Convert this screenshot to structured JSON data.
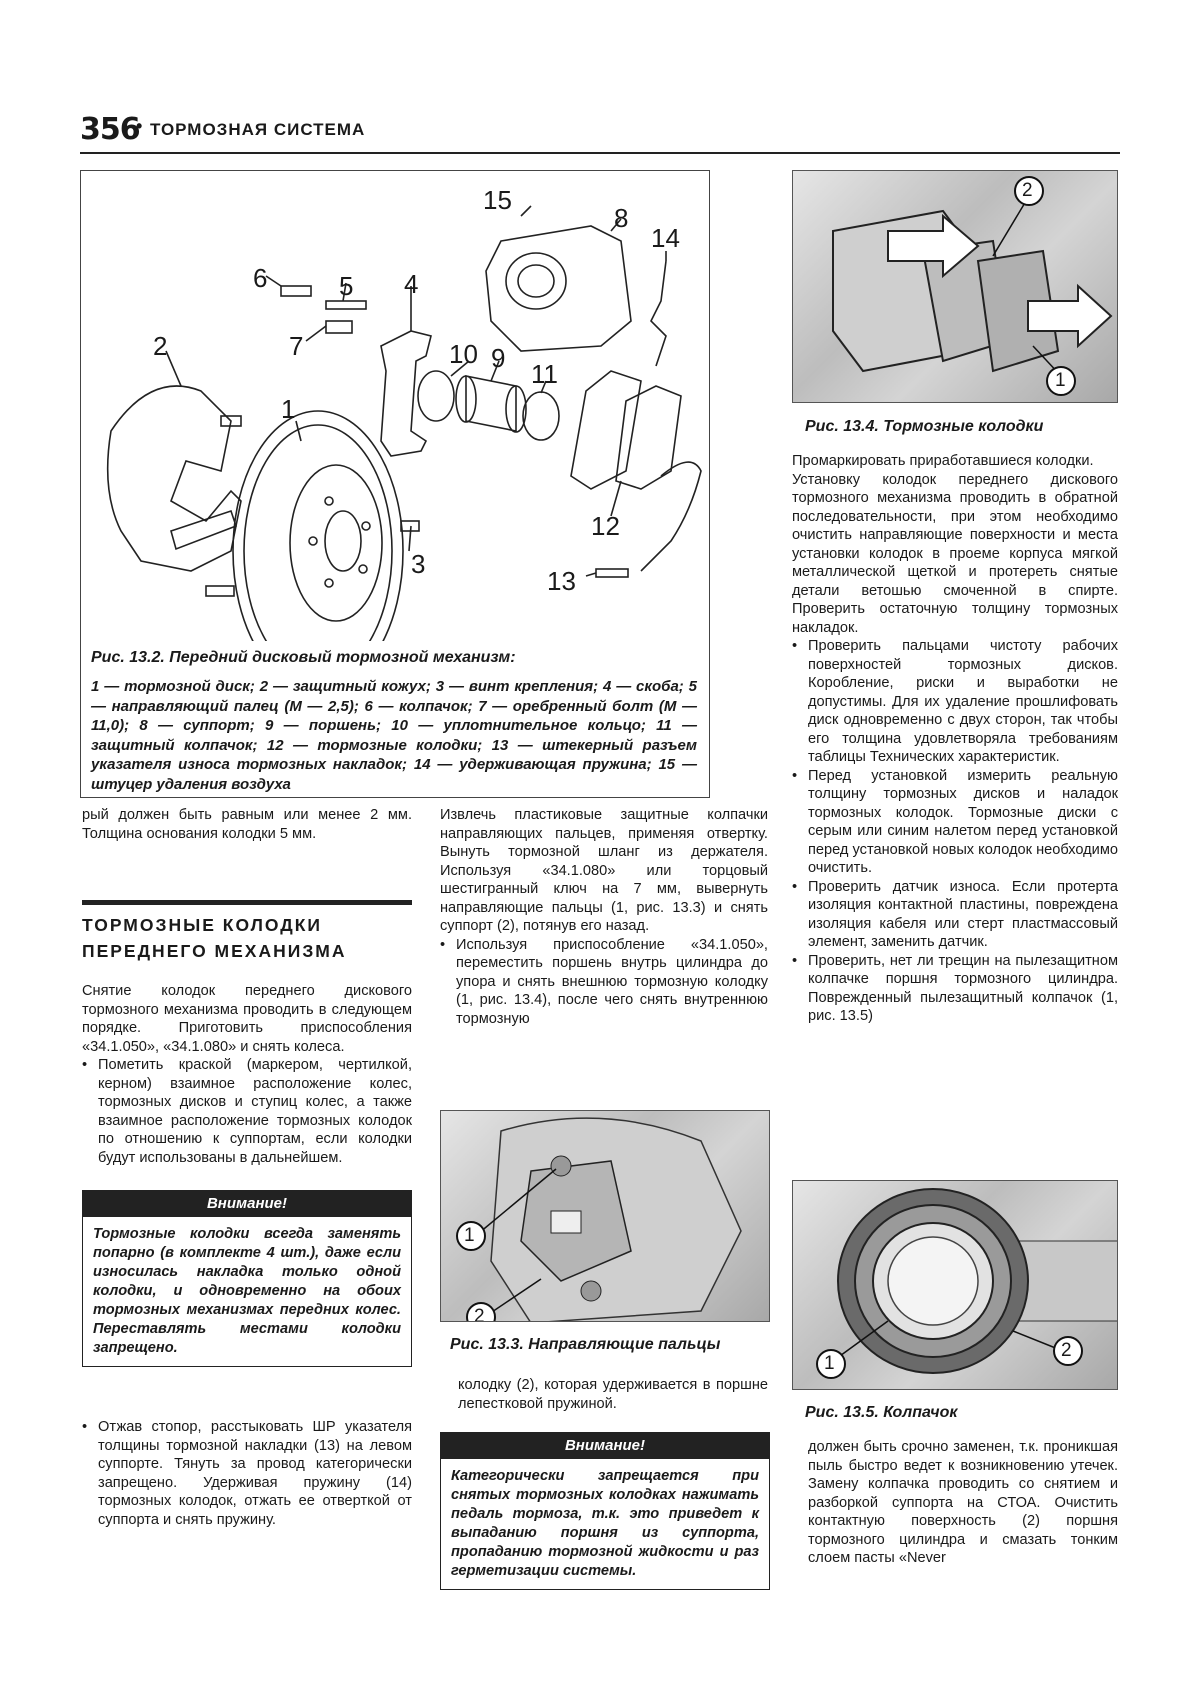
{
  "header": {
    "page_number": "356",
    "separator": "•",
    "section": "ТОРМОЗНАЯ СИСТЕМА"
  },
  "figures": {
    "fig_13_2": {
      "part_numbers": [
        "1",
        "2",
        "3",
        "4",
        "5",
        "6",
        "7",
        "8",
        "9",
        "10",
        "11",
        "12",
        "13",
        "14",
        "15"
      ],
      "caption": "Рис. 13.2. Передний дисковый тормозной механизм:",
      "legend": "1 — тормозной диск; 2 — защитный кожух; 3 — винт крепления; 4 — скоба; 5 — направляющий палец (М — 2,5); 6 — колпачок; 7 — оребренный болт (М — 11,0); 8 — суппорт; 9 — поршень; 10 — уплотнительное кольцо; 11 — защитный колпачок; 12 — тормозные колодки; 13 — штекерный разъем указателя износа тормозных накладок; 14 — удерживающая пружина; 15 — штуцер удаления воздуха"
    },
    "fig_13_3": {
      "caption": "Рис. 13.3. Направляющие пальцы",
      "callouts": [
        "1",
        "2"
      ]
    },
    "fig_13_4": {
      "caption": "Рис. 13.4. Тормозные колодки",
      "callouts": [
        "2",
        "1"
      ]
    },
    "fig_13_5": {
      "caption": "Рис. 13.5. Колпачок",
      "callouts": [
        "1",
        "2"
      ]
    }
  },
  "col1": {
    "intro": "рый должен быть равным или менее 2 мм. Толщина основания колодки 5 мм.",
    "section_title_line1": "ТОРМОЗНЫЕ КОЛОДКИ",
    "section_title_line2": "ПЕРЕДНЕГО МЕХАНИЗМА",
    "p1": "Снятие колодок переднего дискового тормозного механизма проводить в следующем порядке. Приготовить приспособления «34.1.050», «34.1.080» и снять колеса.",
    "bullet1": "Пометить краской (маркером, чертилкой, керном) взаимное расположение колес, тормозных дисков и ступиц колес, а также взаимное расположение тормозных колодок по отношению к суппортам, если колодки будут использованы в дальнейшем.",
    "warning_title": "Внимание!",
    "warning_text": "Тормозные колодки всегда заменять попарно (в комплекте 4 шт.), даже если износилась накладка только одной колодки, и одновременно на обоих тормозных механизмах передних колес. Переставлять местами колодки запрещено.",
    "bullet2": "Отжав стопор, расстыковать ШР указателя толщины тормозной накладки (13) на левом суппорте. Тянуть за провод категорически запрещено. Удерживая пружину (14) тормозных колодок, отжать ее отверткой от суппорта и снять пружину."
  },
  "col2": {
    "p1": "Извлечь пластиковые защитные колпачки направляющих пальцев, применяя отвертку. Вынуть тормозной шланг из держателя. Используя «34.1.080» или торцовый шестигранный ключ на 7 мм, вывернуть направляющие пальцы (1, рис. 13.3) и снять суппорт (2), потянув его назад.",
    "bullet1": "Используя приспособление «34.1.050», переместить поршень внутрь цилиндра до упора и снять внешнюю тормозную колодку (1, рис. 13.4), после чего снять внутреннюю тормозную",
    "p2": "колодку (2), которая удерживается в поршне лепестковой пружиной.",
    "warning_title": "Внимание!",
    "warning_text": "Категорически запрещается при снятых тормозных колодках нажимать педаль тормоза, т.к. это приведет к выпаданию поршня из суппорта, пропаданию тормозной жидкости и раз герметизации системы."
  },
  "col3": {
    "p1": "Промаркировать приработавшиеся колодки.",
    "p2": "Установку колодок переднего дискового тормозного механизма проводить в обратной последовательности, при этом необходимо очистить направляющие поверхности и места установки колодок в проеме корпуса мягкой металлической щеткой и протереть снятые детали ветошью смоченной в спирте. Проверить остаточную толщину тормозных накладок.",
    "bullet1": "Проверить пальцами чистоту рабочих поверхностей тормозных дисков. Коробление, риски и выработки не допустимы. Для их удаление прошлифовать диск одновременно с двух сторон, так чтобы его толщина удовлетворяла требованиям таблицы Технических характеристик.",
    "bullet2": "Перед установкой измерить реальную толщину тормозных дисков и наладок тормозных колодок. Тормозные диски с серым или синим налетом перед установкой перед установкой новых колодок необходимо очистить.",
    "bullet3": "Проверить датчик износа. Если протерта изоляция контактной пластины, повреждена изоляция кабеля или стерт пластмассовый элемент, заменить датчик.",
    "bullet4": "Проверить, нет ли трещин на пылезащитном колпачке поршня тормозного цилиндра. Поврежденный пылезащитный колпачок (1, рис. 13.5)",
    "p3": "должен быть срочно заменен, т.к. проникшая пыль быстро ведет к возникновению утечек. Замену колпачка проводить со снятием и разборкой суппорта на СТОА. Очистить контактную поверхность (2) поршня тормозного цилиндра и смазать тонким слоем пасты «Never"
  }
}
